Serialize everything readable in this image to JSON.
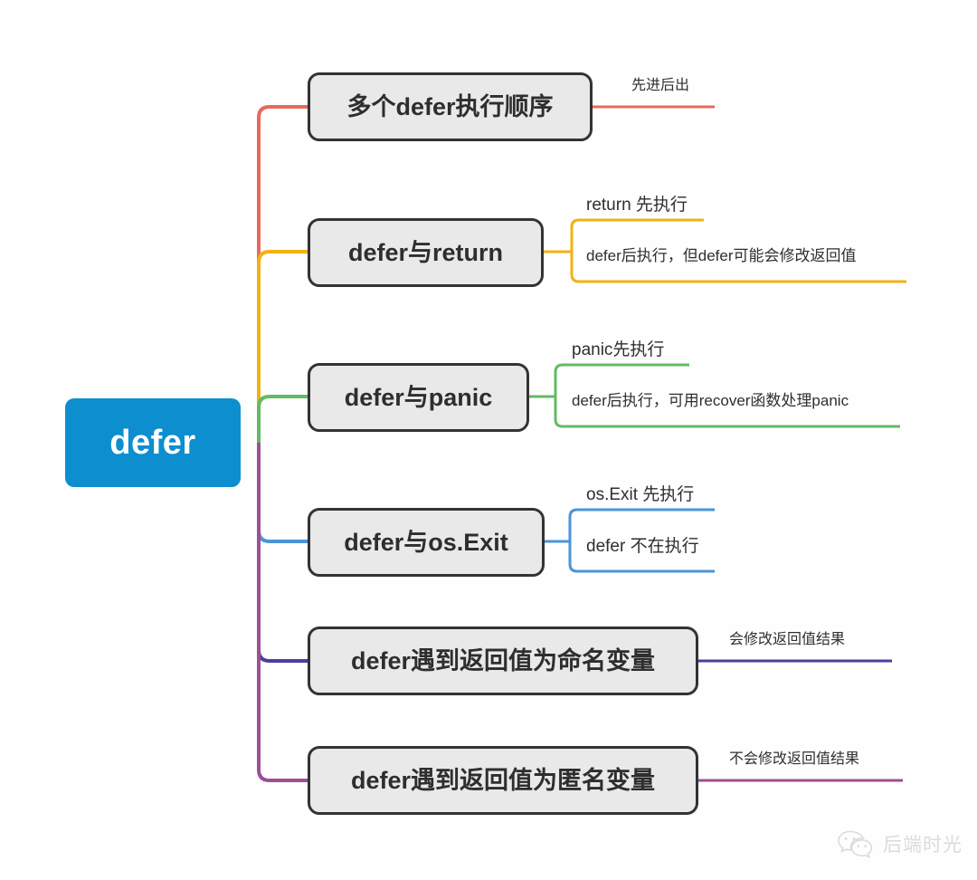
{
  "diagram": {
    "type": "mindmap",
    "title": "defer",
    "background_color": "#fefefe",
    "root": {
      "label": "defer",
      "fill_color": "#0d8ecf",
      "text_color": "#ffffff"
    },
    "node_style": {
      "fill_color": "#e9e9e9",
      "border_color": "#333333",
      "text_color": "#2e2e2e"
    },
    "branches": [
      {
        "label": "多个defer执行顺序",
        "color": "#e8695c",
        "leaves": [
          {
            "text": "先进后出"
          }
        ]
      },
      {
        "label": "defer与return",
        "color": "#f2b213",
        "leaves": [
          {
            "text": "return 先执行"
          },
          {
            "text": "defer后执行，但defer可能会修改返回值"
          }
        ]
      },
      {
        "label": "defer与panic",
        "color": "#62bb63",
        "leaves": [
          {
            "text": "panic先执行"
          },
          {
            "text": "defer后执行，可用recover函数处理panic"
          }
        ]
      },
      {
        "label": "defer与os.Exit",
        "color": "#4b94d8",
        "leaves": [
          {
            "text": "os.Exit 先执行"
          },
          {
            "text": "defer 不在执行"
          }
        ]
      },
      {
        "label": "defer遇到返回值为命名变量",
        "color": "#4b3f9e",
        "leaves": [
          {
            "text": "会修改返回值结果"
          }
        ]
      },
      {
        "label": "defer遇到返回值为匿名变量",
        "color": "#9c4f96",
        "leaves": [
          {
            "text": "不会修改返回值结果"
          }
        ]
      }
    ]
  },
  "watermark": {
    "text": "后端时光",
    "icon": "wechat-icon"
  }
}
